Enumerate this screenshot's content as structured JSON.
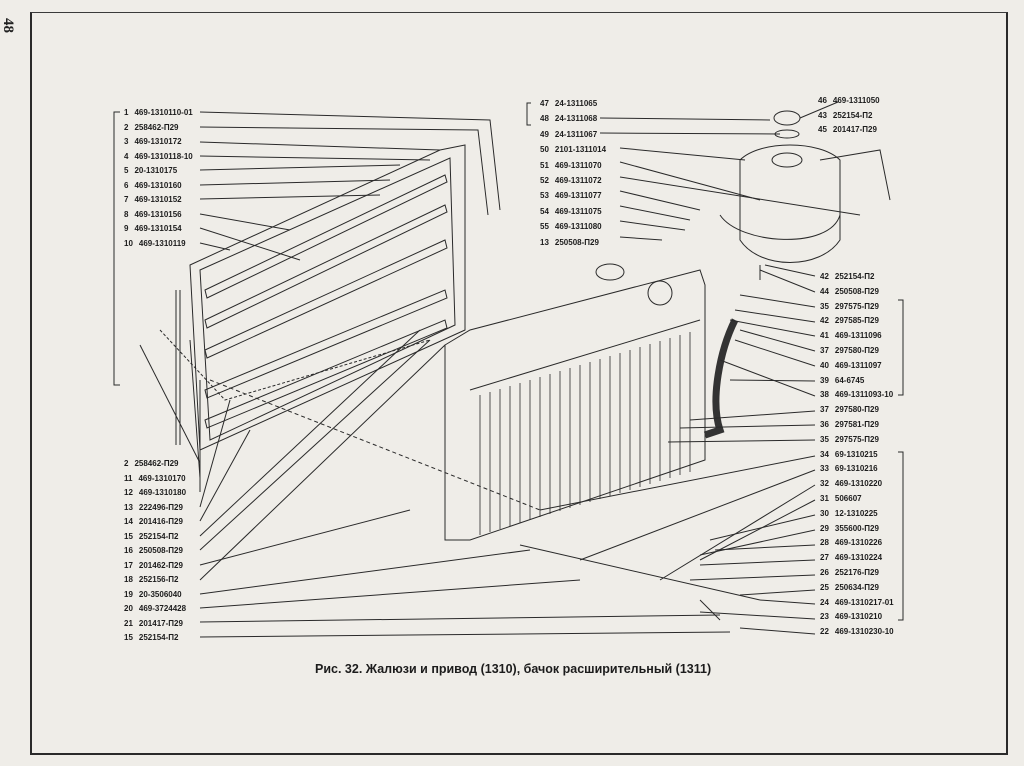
{
  "page_number": "48",
  "caption": "Рис. 32. Жалюзи и привод (1310), бачок расширительный (1311)",
  "left_top_labels": [
    {
      "num": "1",
      "code": "469-1310110-01"
    },
    {
      "num": "2",
      "code": "258462-П29"
    },
    {
      "num": "3",
      "code": "469-1310172"
    },
    {
      "num": "4",
      "code": "469-1310118-10"
    },
    {
      "num": "5",
      "code": "20-1310175"
    },
    {
      "num": "6",
      "code": "469-1310160"
    },
    {
      "num": "7",
      "code": "469-1310152"
    },
    {
      "num": "8",
      "code": "469-1310156"
    },
    {
      "num": "9",
      "code": "469-1310154"
    },
    {
      "num": "10",
      "code": "469-1310119"
    }
  ],
  "left_bottom_labels": [
    {
      "num": "2",
      "code": "258462-П29"
    },
    {
      "num": "11",
      "code": "469-1310170"
    },
    {
      "num": "12",
      "code": "469-1310180"
    },
    {
      "num": "13",
      "code": "222496-П29"
    },
    {
      "num": "14",
      "code": "201416-П29"
    },
    {
      "num": "15",
      "code": "252154-П2"
    },
    {
      "num": "16",
      "code": "250508-П29"
    },
    {
      "num": "17",
      "code": "201462-П29"
    },
    {
      "num": "18",
      "code": "252156-П2"
    },
    {
      "num": "19",
      "code": "20-3506040"
    },
    {
      "num": "20",
      "code": "469-3724428"
    },
    {
      "num": "21",
      "code": "201417-П29"
    },
    {
      "num": "15",
      "code": "252154-П2"
    }
  ],
  "center_labels": [
    {
      "num": "47",
      "code": "24-1311065"
    },
    {
      "num": "48",
      "code": "24-1311068"
    },
    {
      "num": "49",
      "code": "24-1311067"
    },
    {
      "num": "50",
      "code": "2101-1311014"
    },
    {
      "num": "51",
      "code": "469-1311070"
    },
    {
      "num": "52",
      "code": "469-1311072"
    },
    {
      "num": "53",
      "code": "469-1311077"
    },
    {
      "num": "54",
      "code": "469-1311075"
    },
    {
      "num": "55",
      "code": "469-1311080"
    },
    {
      "num": "13",
      "code": "250508-П29"
    }
  ],
  "right_top_labels": [
    {
      "num": "46",
      "code": "469-1311050"
    },
    {
      "num": "43",
      "code": "252154-П2"
    },
    {
      "num": "45",
      "code": "201417-П29"
    }
  ],
  "right_labels": [
    {
      "num": "42",
      "code": "252154-П2"
    },
    {
      "num": "44",
      "code": "250508-П29"
    },
    {
      "num": "35",
      "code": "297575-П29"
    },
    {
      "num": "42",
      "code": "297585-П29"
    },
    {
      "num": "41",
      "code": "469-1311096"
    },
    {
      "num": "37",
      "code": "297580-П29"
    },
    {
      "num": "40",
      "code": "469-1311097"
    },
    {
      "num": "39",
      "code": "64-6745"
    },
    {
      "num": "38",
      "code": "469-1311093-10"
    },
    {
      "num": "37",
      "code": "297580-П29"
    },
    {
      "num": "36",
      "code": "297581-П29"
    },
    {
      "num": "35",
      "code": "297575-П29"
    },
    {
      "num": "34",
      "code": "69-1310215"
    },
    {
      "num": "33",
      "code": "69-1310216"
    },
    {
      "num": "32",
      "code": "469-1310220"
    },
    {
      "num": "31",
      "code": "506607"
    },
    {
      "num": "30",
      "code": "12-1310225"
    },
    {
      "num": "29",
      "code": "355600-П29"
    },
    {
      "num": "28",
      "code": "469-1310226"
    },
    {
      "num": "27",
      "code": "469-1310224"
    },
    {
      "num": "26",
      "code": "252176-П29"
    },
    {
      "num": "25",
      "code": "250634-П29"
    },
    {
      "num": "24",
      "code": "469-1310217-01"
    },
    {
      "num": "23",
      "code": "469-1310210"
    },
    {
      "num": "22",
      "code": "469-1310230-10"
    }
  ]
}
